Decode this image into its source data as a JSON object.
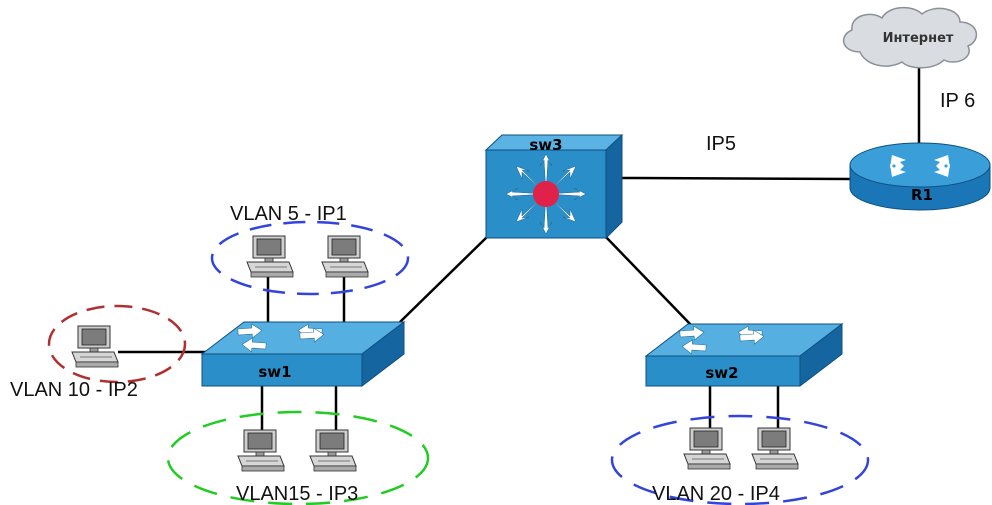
{
  "devices": {
    "cloud": {
      "label": "Интернет"
    },
    "router": {
      "label": "R1"
    },
    "core_switch": {
      "label": "sw3"
    },
    "switch1": {
      "label": "sw1"
    },
    "switch2": {
      "label": "sw2"
    }
  },
  "links": {
    "cloud_router": "IP 6",
    "core_router": "IP5"
  },
  "groups": {
    "vlan5": "VLAN 5 - IP1",
    "vlan10": "VLAN 10 - IP2",
    "vlan15": "VLAN15 - IP3",
    "vlan20": "VLAN 20 - IP4"
  },
  "colors": {
    "device_blue": "#2a8fc9",
    "vlan5": "#3344dd",
    "vlan10": "#b03030",
    "vlan15": "#22cc22",
    "vlan20": "#3344dd",
    "core_dot": "#e0224a"
  }
}
